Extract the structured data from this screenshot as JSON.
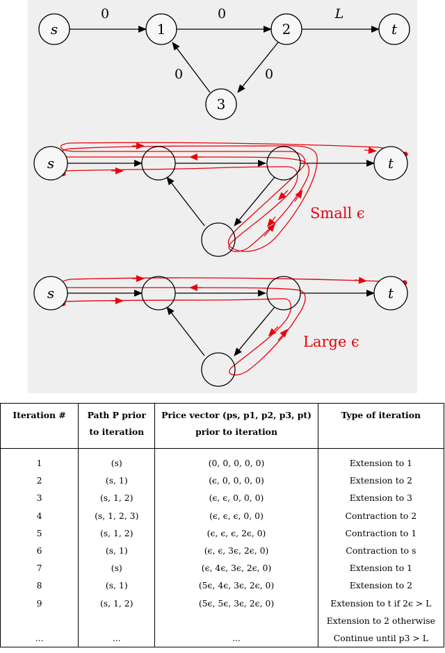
{
  "diagram1": {
    "nodes": {
      "s": "s",
      "n1": "1",
      "n2": "2",
      "n3": "3",
      "t": "t"
    },
    "edges": {
      "s_1": "0",
      "n1_2": "0",
      "n2_t": "L",
      "n3_1": "0",
      "n2_3": "0"
    }
  },
  "diagram2": {
    "nodes": {
      "s": "s",
      "t": "t"
    },
    "label": "Small ϵ"
  },
  "diagram3": {
    "nodes": {
      "s": "s",
      "t": "t"
    },
    "label": "Large ϵ"
  },
  "table": {
    "headers": {
      "iteration": "Iteration #",
      "path_line1": "Path P prior",
      "path_line2": "to iteration",
      "price_line1": "Price vector (ps, p1, p2, p3, pt)",
      "price_line2": "prior to iteration",
      "type": "Type of iteration"
    },
    "rows": [
      {
        "n": "1",
        "path": "(s)",
        "price": "(0, 0, 0, 0, 0)",
        "type": "Extension to 1"
      },
      {
        "n": "2",
        "path": "(s, 1)",
        "price": "(ϵ, 0, 0, 0, 0)",
        "type": "Extension to 2"
      },
      {
        "n": "3",
        "path": "(s, 1, 2)",
        "price": "(ϵ, ϵ, 0, 0, 0)",
        "type": "Extension to 3"
      },
      {
        "n": "4",
        "path": "(s, 1, 2, 3)",
        "price": "(ϵ, ϵ, ϵ, 0, 0)",
        "type": "Contraction to 2"
      },
      {
        "n": "5",
        "path": "(s, 1, 2)",
        "price": "(ϵ, ϵ, ϵ, 2ϵ, 0)",
        "type": "Contraction to 1"
      },
      {
        "n": "6",
        "path": "(s, 1)",
        "price": "(ϵ, ϵ, 3ϵ, 2ϵ, 0)",
        "type": "Contraction to s"
      },
      {
        "n": "7",
        "path": "(s)",
        "price": "(ϵ, 4ϵ, 3ϵ, 2ϵ, 0)",
        "type": "Extension to 1"
      },
      {
        "n": "8",
        "path": "(s, 1)",
        "price": "(5ϵ, 4ϵ, 3ϵ, 2ϵ, 0)",
        "type": "Extension to 2"
      },
      {
        "n": "9",
        "path": "(s, 1, 2)",
        "price": "(5ϵ, 5ϵ, 3ϵ, 2ϵ, 0)",
        "type": "Extension to t if 2ϵ > L"
      },
      {
        "n": "",
        "path": "",
        "price": "",
        "type": "Extension to 2 otherwise"
      },
      {
        "n": "...",
        "path": "...",
        "price": "...",
        "type": "Continue until p3 > L"
      }
    ]
  }
}
